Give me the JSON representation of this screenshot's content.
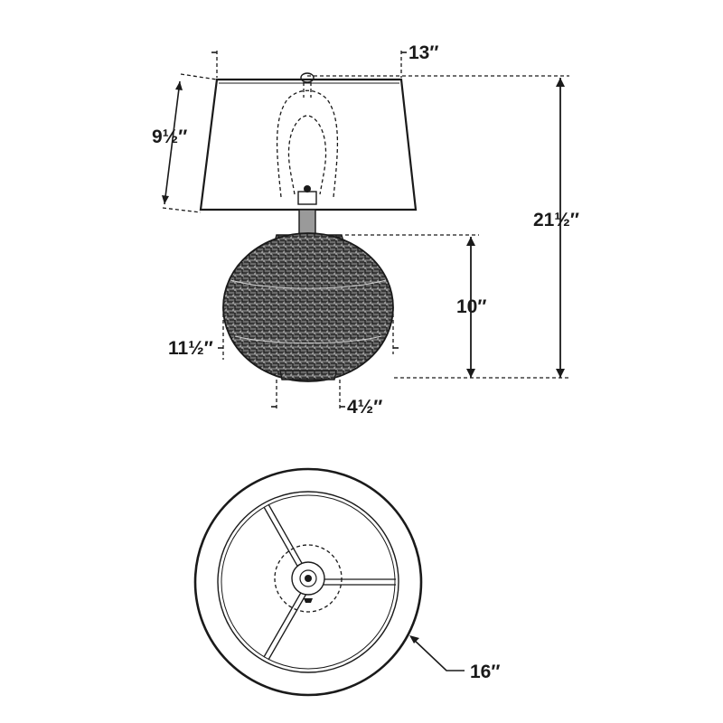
{
  "dimensions": {
    "shade_top_width": "13″",
    "shade_height": "9½″",
    "overall_height": "21½″",
    "base_height": "10″",
    "base_width": "11½″",
    "base_foot_width": "4½″",
    "shade_bottom_diameter": "16″"
  },
  "colors": {
    "line": "#1a1a1a",
    "background": "#ffffff"
  },
  "icons": {
    "socket": "lamp-socket-icon",
    "bulb": "bulb-outline-icon"
  }
}
